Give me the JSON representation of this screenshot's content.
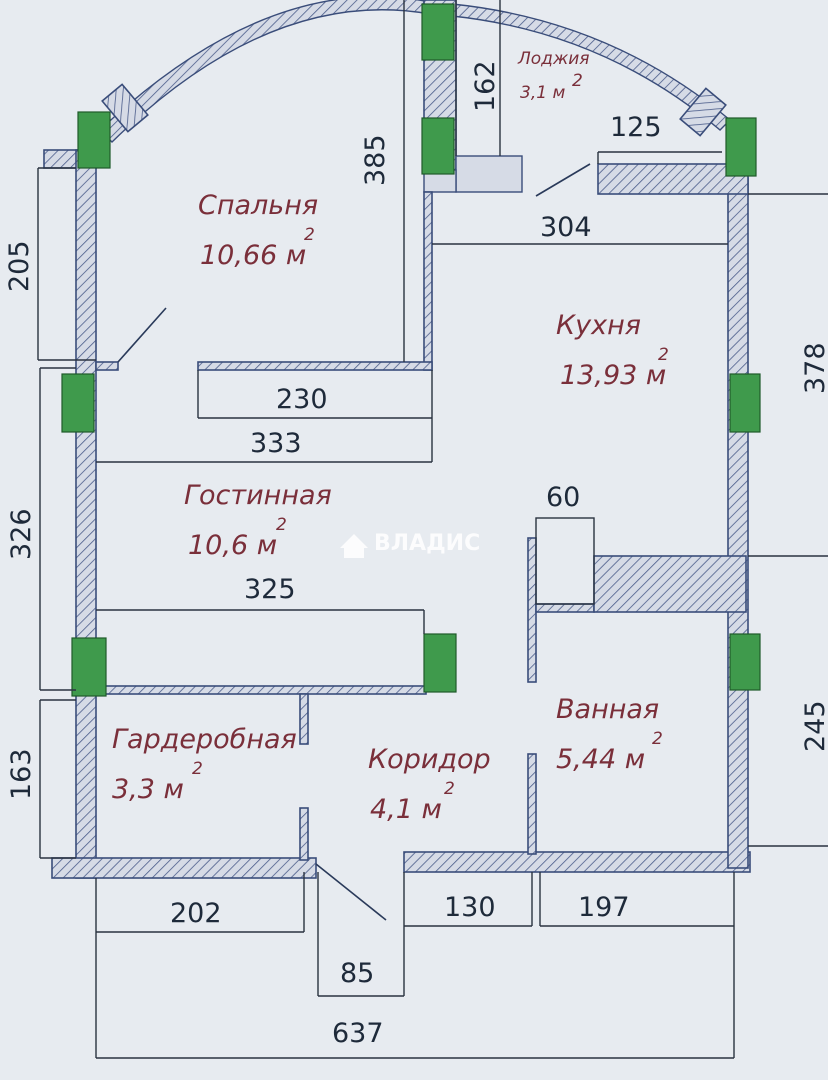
{
  "rooms": {
    "bedroom": {
      "name": "Спальня",
      "area": "10,66 м",
      "unit_exp": "2"
    },
    "kitchen": {
      "name": "Кухня",
      "area": "13,93 м",
      "unit_exp": "2"
    },
    "living": {
      "name": "Гостинная",
      "area": "10,6 м",
      "unit_exp": "2"
    },
    "wardrobe": {
      "name": "Гардеробная",
      "area": "3,3 м",
      "unit_exp": "2"
    },
    "corridor": {
      "name": "Коридор",
      "area": "4,1 м",
      "unit_exp": "2"
    },
    "bathroom": {
      "name": "Ванная",
      "area": "5,44 м",
      "unit_exp": "2"
    },
    "loggia": {
      "name": "Лоджия",
      "area": "3,1 м",
      "unit_exp": "2"
    }
  },
  "dimensions": {
    "d205": "205",
    "d326": "326",
    "d163": "163",
    "d385": "385",
    "d162": "162",
    "d125": "125",
    "d304": "304",
    "d378": "378",
    "d230": "230",
    "d333": "333",
    "d60": "60",
    "d325": "325",
    "d245": "245",
    "d202": "202",
    "d130": "130",
    "d197": "197",
    "d85": "85",
    "d637": "637"
  },
  "watermark": {
    "text": "ВЛАДИС"
  },
  "colors": {
    "background": "#e7ebf0",
    "wall": "#3a4d7a",
    "window": "#3f9a4c",
    "label": "#7a2f3a"
  }
}
